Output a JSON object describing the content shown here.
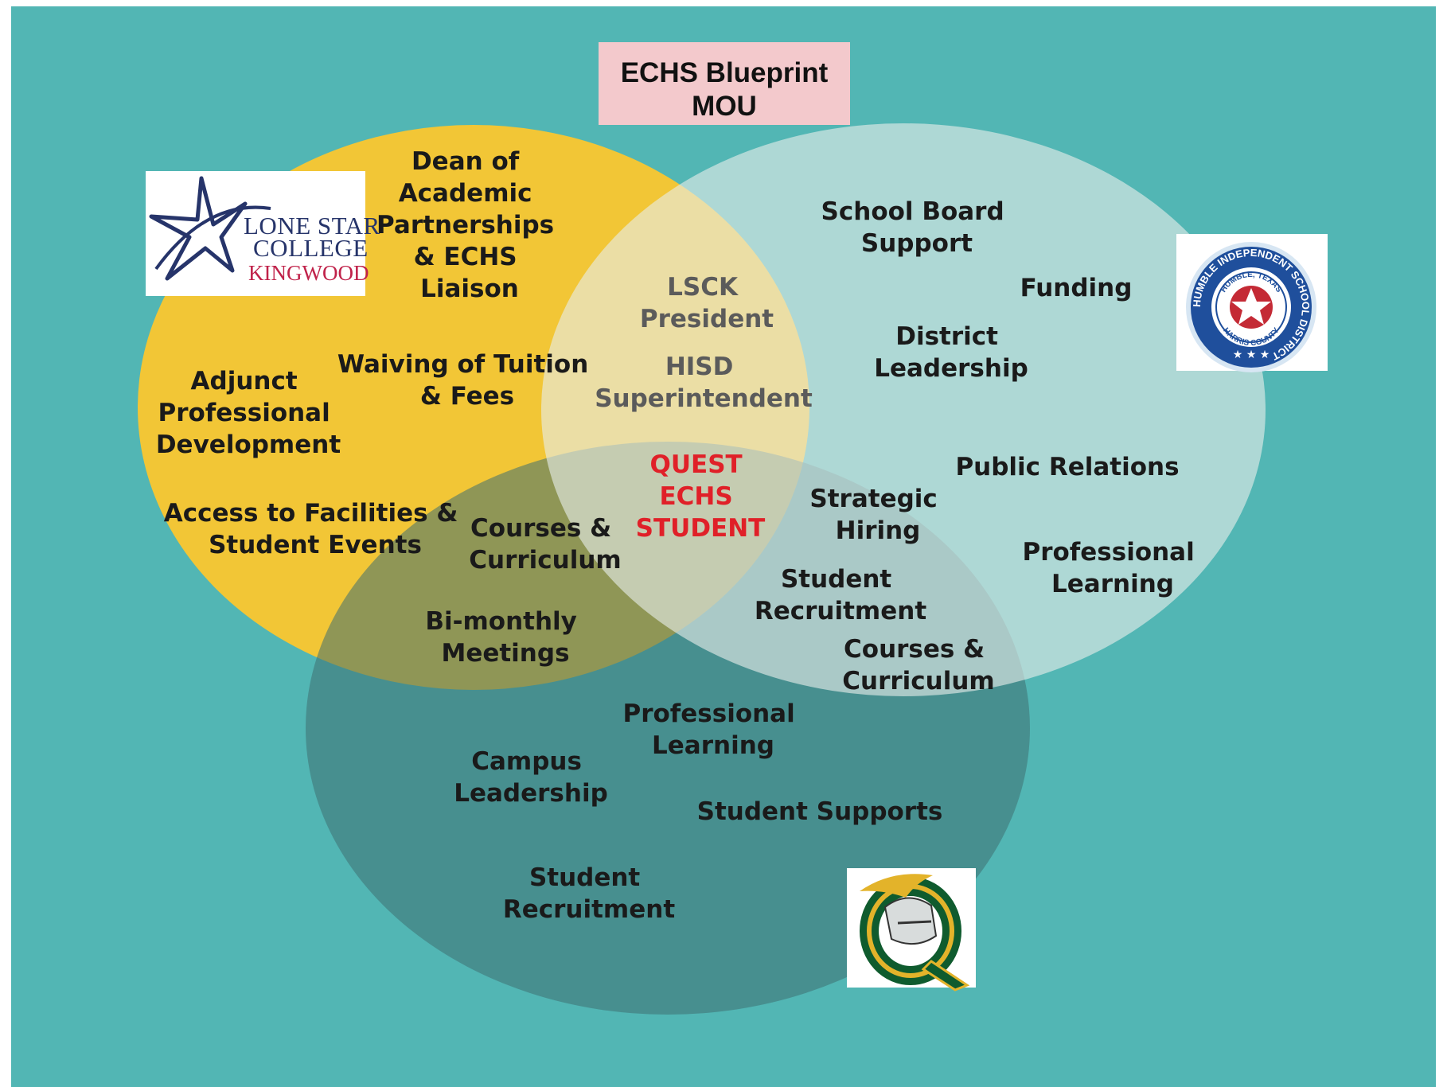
{
  "title": {
    "line1": "ECHS Blueprint",
    "line2": "MOU"
  },
  "colors": {
    "background": "#52b6b4",
    "college_circle": "#f2c636",
    "district_circle": "#b2d6d0",
    "campus_circle": "#5e9b9a",
    "title_box": "#f3c9cc",
    "center_text": "#e02028"
  },
  "logos": {
    "college": {
      "name": "lone-star-college-kingwood-logo",
      "line1": "LONE STAR",
      "line2": "COLLEGE",
      "line3": "KINGWOOD"
    },
    "district": {
      "name": "humble-isd-seal",
      "outer_text": "HUMBLE INDEPENDENT SCHOOL DISTRICT",
      "inner_top": "HUMBLE, TEXAS",
      "inner_bottom": "HARRIS COUNTY"
    },
    "campus": {
      "name": "knight-q-logo"
    }
  },
  "college_only": {
    "dean": [
      "Dean of",
      "Academic",
      "Partnerships",
      "& ECHS",
      "Liaison"
    ],
    "waiving": [
      "Waiving of Tuition",
      "& Fees"
    ],
    "adjunct": [
      "Adjunct",
      "Professional",
      "Development"
    ],
    "facilities": [
      "Access to Facilities &",
      "Student Events"
    ]
  },
  "college_district": {
    "lsck": [
      "LSCK",
      "President"
    ],
    "hisd": [
      "HISD",
      "Superintendent"
    ]
  },
  "center": [
    "QUEST",
    "ECHS",
    "STUDENT"
  ],
  "district_only": {
    "board": [
      "School Board",
      "Support"
    ],
    "funding": [
      "Funding"
    ],
    "leadership": [
      "District",
      "Leadership"
    ],
    "pr": [
      "Public Relations"
    ],
    "pl": [
      "Professional",
      "Learning"
    ]
  },
  "district_campus": {
    "strategic": [
      "Strategic",
      "Hiring"
    ],
    "recruitment": [
      "Student",
      "Recruitment"
    ],
    "courses": [
      "Courses &",
      "Curriculum"
    ]
  },
  "college_campus": {
    "courses": [
      "Courses &",
      "Curriculum"
    ],
    "meetings": [
      "Bi-monthly",
      "Meetings"
    ]
  },
  "campus_only": {
    "pl": [
      "Professional",
      "Learning"
    ],
    "leadership": [
      "Campus",
      "Leadership"
    ],
    "supports": [
      "Student Supports"
    ],
    "recruitment": [
      "Student",
      "Recruitment"
    ]
  }
}
